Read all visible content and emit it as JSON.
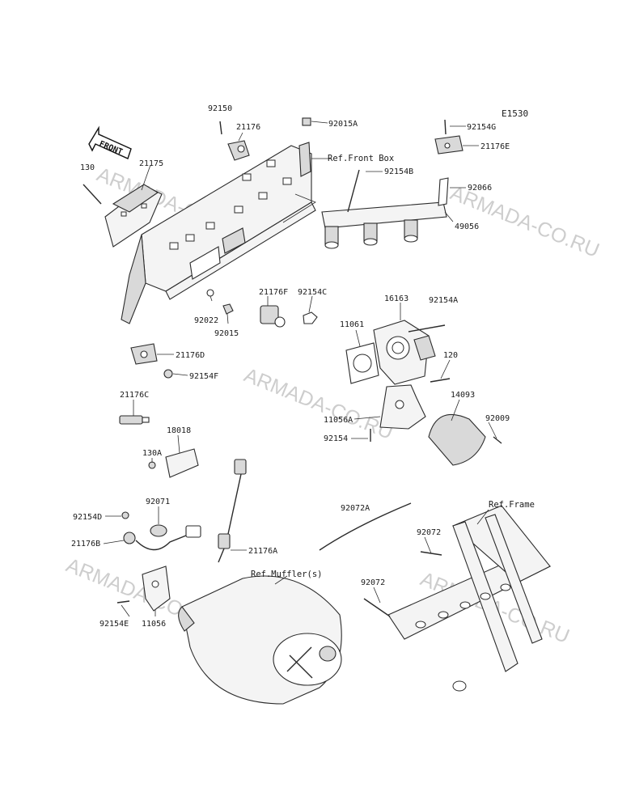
{
  "diagram_code": "E1530",
  "front_arrow_label": "FRONT",
  "refs": {
    "front_box": "Ref.Front Box",
    "frame": "Ref.Frame",
    "muffler": "Ref.Muffler(s)"
  },
  "watermark": "ARMADA-CO.RU",
  "part_labels": {
    "p92150": "92150",
    "p21176": "21176",
    "p92015A": "92015A",
    "p92154G": "92154G",
    "p21176E": "21176E",
    "p130": "130",
    "p21175": "21175",
    "p92154B": "92154B",
    "p92066": "92066",
    "p49056": "49056",
    "p21176F": "21176F",
    "p92154C": "92154C",
    "p92022": "92022",
    "p92015": "92015",
    "p16163": "16163",
    "p92154A": "92154A",
    "p11061": "11061",
    "p21176D": "21176D",
    "p92154F": "92154F",
    "p120": "120",
    "p21176C": "21176C",
    "p14093": "14093",
    "p11056A": "11056A",
    "p92009": "92009",
    "p92154": "92154",
    "p18018": "18018",
    "p130A": "130A",
    "p92072A": "92072A",
    "p92071": "92071",
    "p92154D": "92154D",
    "p21176B": "21176B",
    "p21176A": "21176A",
    "p92072a": "92072",
    "p92072b": "92072",
    "p92154E": "92154E",
    "p11056": "11056"
  }
}
